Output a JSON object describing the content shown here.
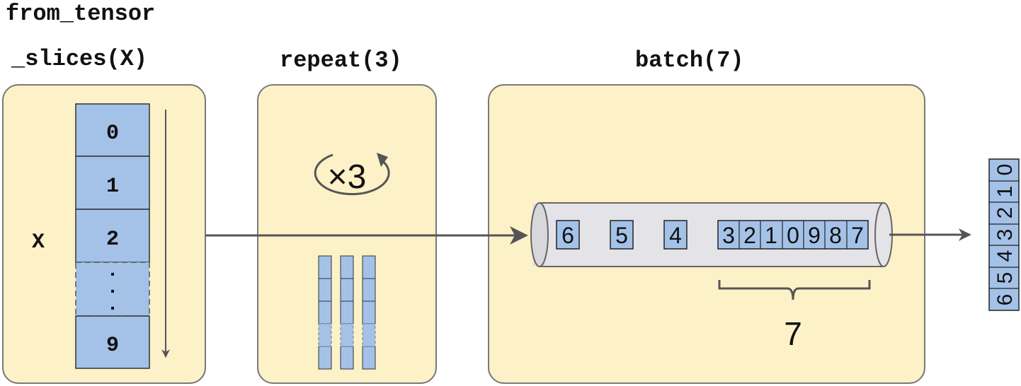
{
  "titles": {
    "from_tensor_line1": "from_tensor",
    "from_tensor_line2": "_slices(X)",
    "repeat": "repeat(3)",
    "batch": "batch(7)"
  },
  "x_label": "X",
  "x_cells": [
    "0",
    "1",
    "2",
    "9"
  ],
  "ellipsis": ".",
  "repeat_label": "×3",
  "queue_singles": [
    "6",
    "5",
    "4"
  ],
  "queue_batch": [
    "3",
    "2",
    "1",
    "0",
    "9",
    "8",
    "7"
  ],
  "batch_size_label": "7",
  "output_batch": [
    "6",
    "5",
    "4",
    "3",
    "2",
    "1",
    "0"
  ],
  "colors": {
    "panel_fill": "#fdf1c8",
    "panel_stroke": "#7a7a7a",
    "cell_fill": "#a4c2e8",
    "cell_stroke": "#222222",
    "pipe_fill": "#e4e4e8",
    "arrow": "#555555"
  }
}
